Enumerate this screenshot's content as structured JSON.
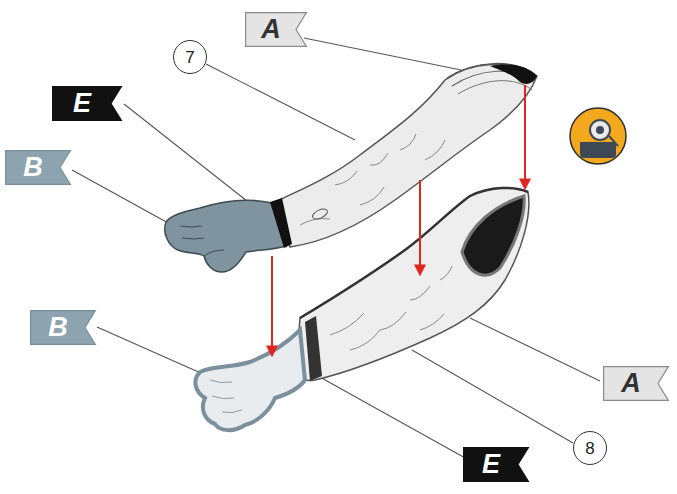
{
  "diagram": {
    "nodes": [
      {
        "text": [
          "A"
        ]
      },
      {
        "text": [
          "7"
        ]
      },
      {
        "text": [
          "E"
        ]
      },
      {
        "text": [
          "B"
        ]
      },
      {
        "text": [
          "B"
        ]
      },
      {
        "text": [
          "A"
        ]
      },
      {
        "text": [
          "8"
        ]
      },
      {
        "text": [
          "E"
        ]
      }
    ]
  }
}
